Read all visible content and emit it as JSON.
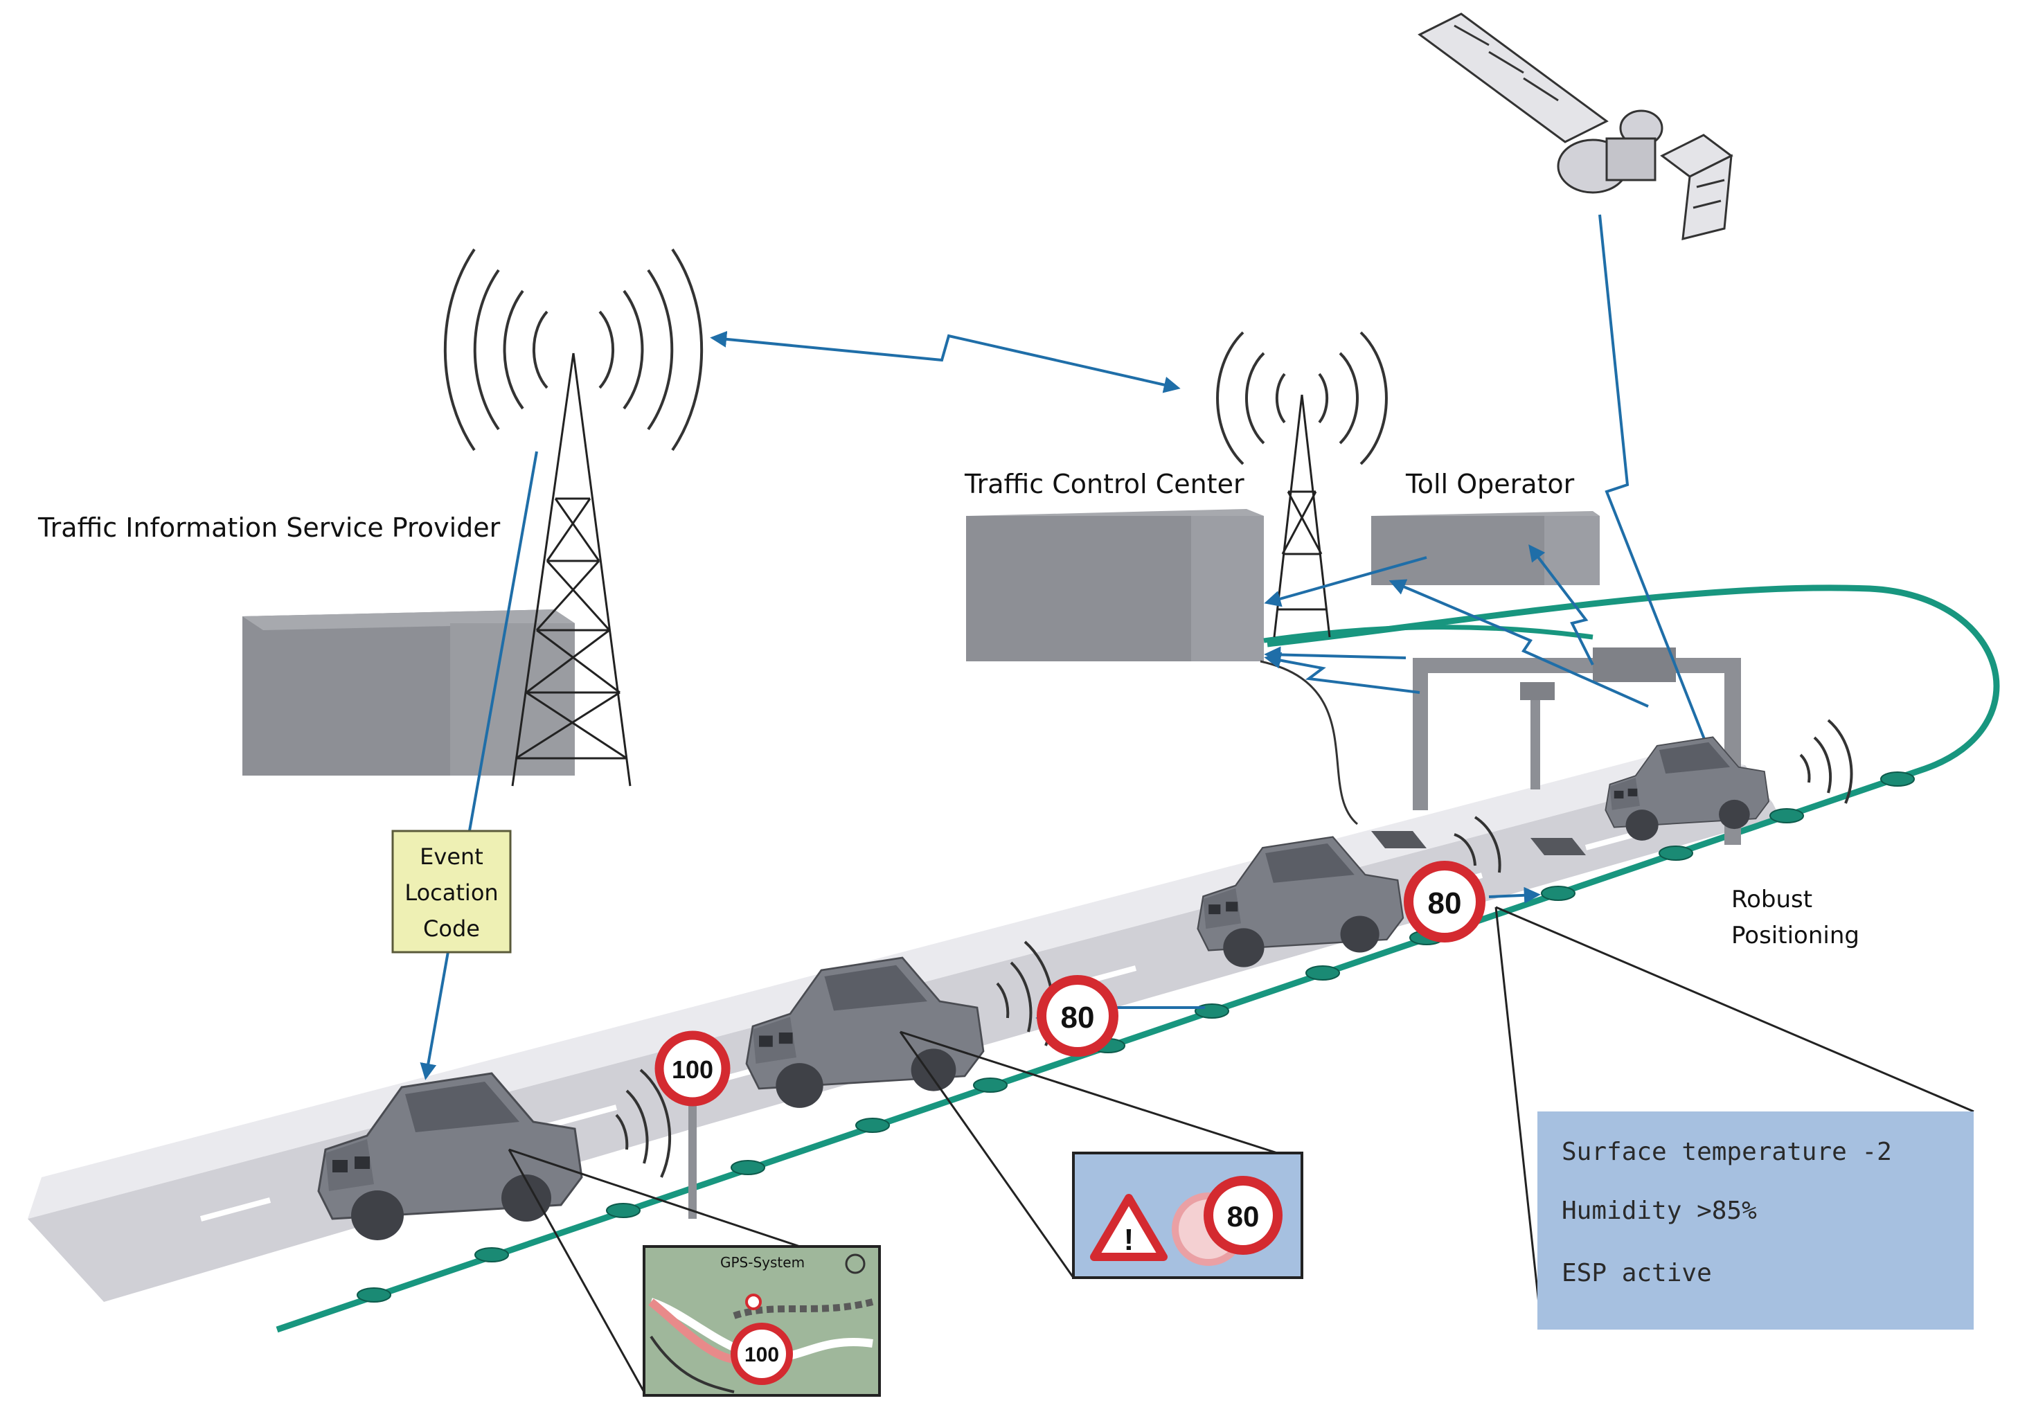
{
  "labels": {
    "tisp": "Traffic Information Service Provider",
    "tcc": "Traffic Control Center",
    "toll": "Toll Operator",
    "robust_1": "Robust",
    "robust_2": "Positioning"
  },
  "event_box": {
    "line1": "Event",
    "line2": "Location",
    "line3": "Code"
  },
  "signs": {
    "speed_100_sign": "100",
    "speed_80_mid": "80",
    "speed_80_front": "80",
    "gps_sign": "100",
    "warning_sign": "80"
  },
  "gps_inset": {
    "title": "GPS-System"
  },
  "info_panel": {
    "line1": "Surface temperature -2",
    "line2": "Humidity >85%",
    "line3": "ESP active"
  },
  "colors": {
    "link_arrow": "#1f6ea8",
    "road_cable": "#18967f",
    "building": "#8d8f95",
    "road": "#c9c9cf",
    "info_panel_bg": "#a6c0e0",
    "event_box_bg": "#eef0b4",
    "sign_red": "#d42a30"
  }
}
